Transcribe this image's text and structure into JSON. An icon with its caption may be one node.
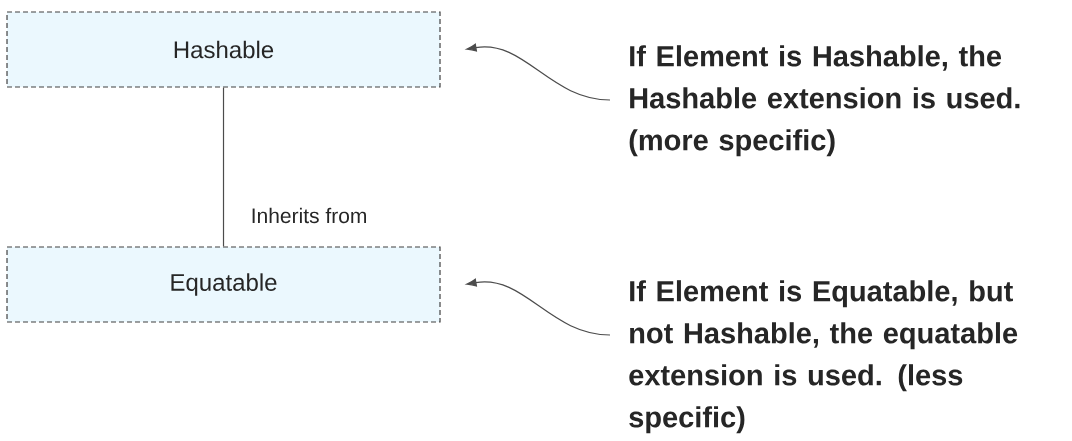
{
  "diagram": {
    "nodes": [
      {
        "text": [
          "Hashable"
        ]
      },
      {
        "text": [
          "Equatable"
        ]
      },
      {
        "text": [
          "If Element is Hashable, the Hashable extension is used. (more specific)"
        ]
      },
      {
        "text": [
          "If Element is Equatable, but not Hashable, the equatable extension is used. (less specific)"
        ]
      }
    ],
    "edges": [
      {
        "from": 1,
        "to": 0,
        "arrow": "none",
        "label": "Inherits from"
      },
      {
        "from": 2,
        "to": 0,
        "arrow": "to"
      },
      {
        "from": 3,
        "to": 1,
        "arrow": "to"
      }
    ]
  }
}
